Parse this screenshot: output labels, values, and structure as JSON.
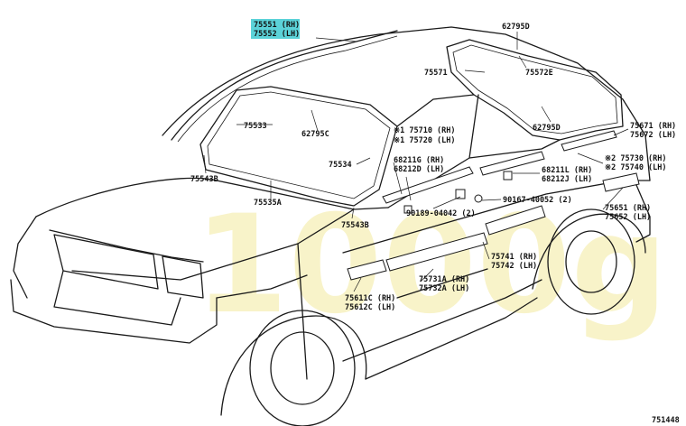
{
  "highlight_color": "#5bd2d8",
  "watermark": "1000g",
  "footer": {
    "drawing_number": "751448"
  },
  "labels": {
    "l75551": "75551 (RH)",
    "l75552": "75552 (LH)",
    "l62795d_top": "62795D",
    "l75571": "75571",
    "l75572e": "75572E",
    "l75533": "75533",
    "l62795c": "62795C",
    "l75534": "75534",
    "l75543b_left": "75543B",
    "l75535a": "75535A",
    "l75543b_mid": "75543B",
    "l75710": "※1 75710 (RH)",
    "l75720": "※1 75720 (LH)",
    "l68211g": "68211G (RH)",
    "l68212d": "68212D (LH)",
    "l62795d_mid": "62795D",
    "l75671": "75671 (RH)",
    "l75672": "75672 (LH)",
    "l75730": "※2 75730 (RH)",
    "l75740": "※2 75740 (LH)",
    "l68211l": "68211L (RH)",
    "l68212j": "68212J (LH)",
    "l90167": "90167-40052 (2)",
    "l90189": "90189-04042 (2)",
    "l75651": "75651 (RH)",
    "l75652": "75652 (LH)",
    "l75741": "75741 (RH)",
    "l75742": "75742 (LH)",
    "l75731a": "75731A (RH)",
    "l75732a": "75732A (LH)",
    "l75611c": "75611C (RH)",
    "l75612c": "75612C (LH)"
  }
}
